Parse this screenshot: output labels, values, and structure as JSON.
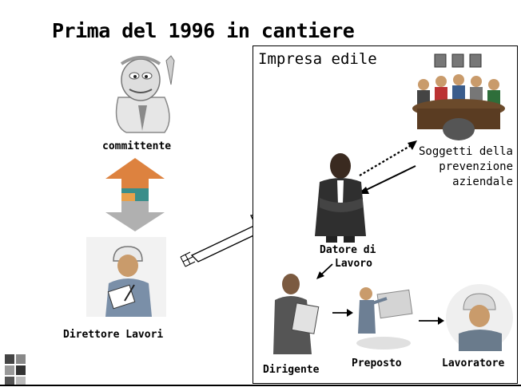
{
  "title": "Prima del 1996 in cantiere",
  "committente_label": "committente",
  "direttore_label": "Direttore Lavori",
  "box": {
    "title": "Impresa edile",
    "datore_line1": "Datore di",
    "datore_line2": "Lavoro",
    "soggetti_line1": "Soggetti della",
    "soggetti_line2": "prevenzione",
    "soggetti_line3": "aziendale",
    "dirigente_label": "Dirigente",
    "preposto_label": "Preposto",
    "lavoratore_label": "Lavoratore"
  },
  "colors": {
    "arrow_top": "#d9742a",
    "arrow_mid": "#3a8e8a",
    "arrow_bottom": "#b0b0b0",
    "skin": "#c99b6b",
    "dark_suit": "#2f2f2f"
  },
  "icons": [
    "client-clipart-icon",
    "exchange-arrow-icon",
    "inspector-clipart-icon",
    "hollow-arrow-icon",
    "meeting-clipart-icon",
    "employer-clipart-icon",
    "manager-clipart-icon",
    "foreman-clipart-icon",
    "worker-clipart-icon",
    "logo-icon"
  ]
}
